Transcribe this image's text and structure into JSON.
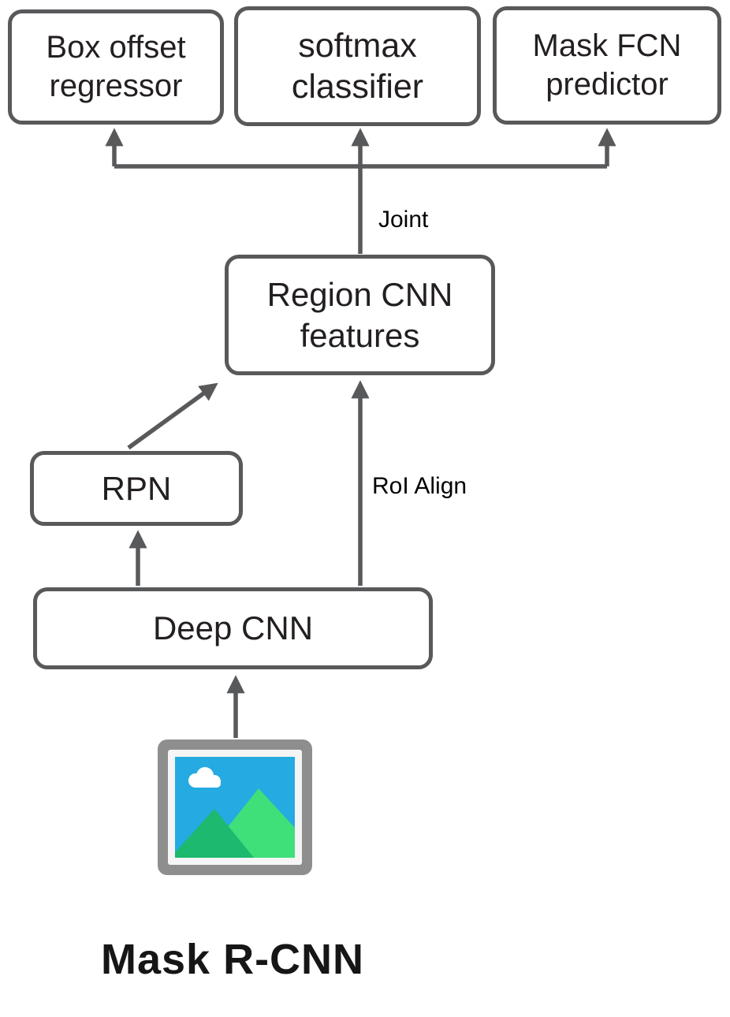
{
  "title": "Mask R-CNN",
  "colors": {
    "line": "#58595b",
    "text": "#231f20",
    "icon_frame": "#8e8e8e",
    "icon_matte": "#f5f5f5",
    "sky": "#25aae1",
    "mountain_light": "#3fdf7a",
    "mountain_dark": "#1db96e",
    "cloud": "#ffffff"
  },
  "diagram": {
    "nodes": [
      {
        "id": "box-offset-regressor",
        "label": "Box offset regressor"
      },
      {
        "id": "softmax-classifier",
        "label": "softmax classifier"
      },
      {
        "id": "mask-fcn-predictor",
        "label": "Mask FCN predictor"
      },
      {
        "id": "region-cnn-features",
        "label": "Region CNN features"
      },
      {
        "id": "rpn",
        "label": "RPN"
      },
      {
        "id": "deep-cnn",
        "label": "Deep CNN"
      }
    ],
    "edges": [
      {
        "from": "region-cnn-features",
        "to": "box-offset-regressor",
        "label": ""
      },
      {
        "from": "region-cnn-features",
        "to": "softmax-classifier",
        "label": "Joint"
      },
      {
        "from": "region-cnn-features",
        "to": "mask-fcn-predictor",
        "label": ""
      },
      {
        "from": "rpn",
        "to": "region-cnn-features",
        "label": ""
      },
      {
        "from": "deep-cnn",
        "to": "region-cnn-features",
        "label": "RoI Align"
      },
      {
        "from": "deep-cnn",
        "to": "rpn",
        "label": ""
      },
      {
        "from": "input-image",
        "to": "deep-cnn",
        "label": ""
      }
    ]
  }
}
